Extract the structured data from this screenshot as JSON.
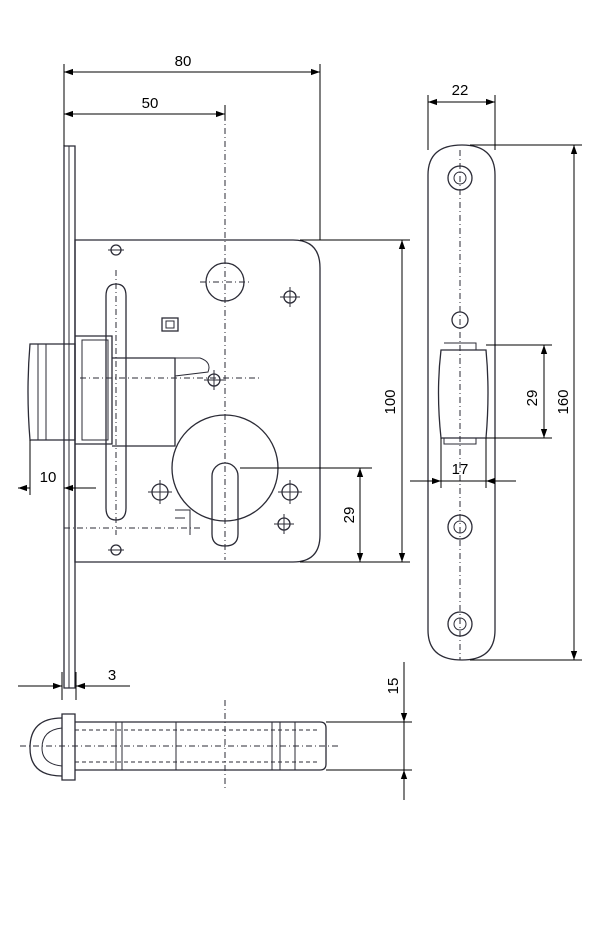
{
  "dimensions": {
    "overall_width": "80",
    "backset": "50",
    "height_case": "100",
    "cylinder_offset": "29",
    "latch_projection": "10",
    "forend_thickness": "3",
    "strike_width": "22",
    "strike_height": "160",
    "strike_opening_height": "29",
    "strike_opening_width": "17",
    "bolt_depth": "15"
  },
  "colors": {
    "part_stroke": "#2b2b36",
    "dimension_stroke": "#000000",
    "background": "#ffffff"
  }
}
